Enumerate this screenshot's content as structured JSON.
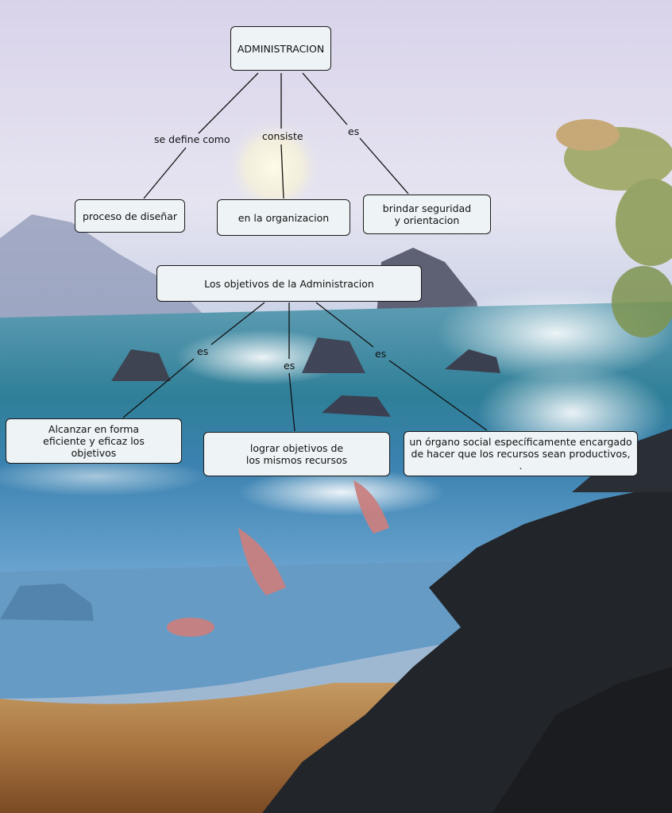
{
  "concept_map": {
    "root": "ADMINISTRACION",
    "root_links": [
      {
        "label": "se define como",
        "target": "proceso de diseñar"
      },
      {
        "label": "consiste",
        "target": "en la organizacion"
      },
      {
        "label": "es",
        "target": "brindar seguridad\ny  orientacion"
      }
    ],
    "second_root": "Los objetivos de la Administracion",
    "second_links": [
      {
        "label": "es",
        "target": "Alcanzar en forma\neficiente y eficaz los\nobjetivos"
      },
      {
        "label": "es",
        "target": "lograr objetivos de\nlos mismos recursos"
      },
      {
        "label": "es",
        "target": "un órgano social específicamente encargado\nde hacer que  los recursos sean productivos, ."
      }
    ]
  },
  "colors": {
    "node_fill": "#eef3f6",
    "node_border": "#1a1a1a",
    "line": "#111111"
  }
}
